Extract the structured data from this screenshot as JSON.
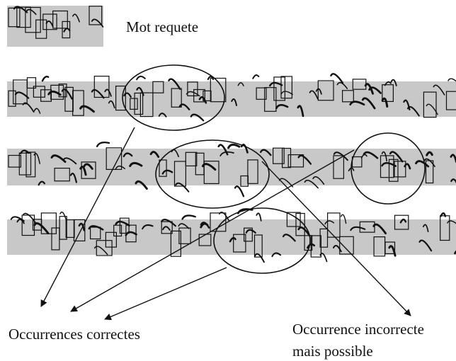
{
  "labels": {
    "query_word": "Mot requete",
    "correct_occurrences": "Occurrences correctes",
    "incorrect_occurrence_line1": "Occurrence incorrecte",
    "incorrect_occurrence_line2": "mais possible"
  },
  "colors": {
    "band": "#c8c8c8",
    "ink": "#111111",
    "background": "#ffffff"
  },
  "icons": {
    "query_word_image": "handwritten-word-glyph",
    "text_lines": "handwritten-text-line",
    "matches": "ellipse-highlight",
    "links": "arrow"
  }
}
